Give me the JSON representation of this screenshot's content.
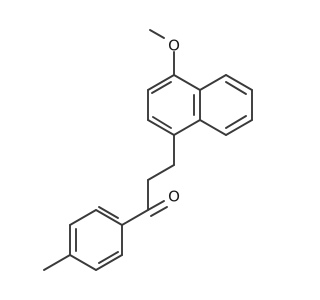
{
  "molecule": {
    "atom_labels": [
      {
        "id": "O_methoxy",
        "text": "O"
      },
      {
        "id": "O_ketone",
        "text": "O"
      }
    ]
  },
  "colors": {
    "bond": "#3a3a3a",
    "label": "#1a1a1a",
    "background": "#ffffff"
  }
}
